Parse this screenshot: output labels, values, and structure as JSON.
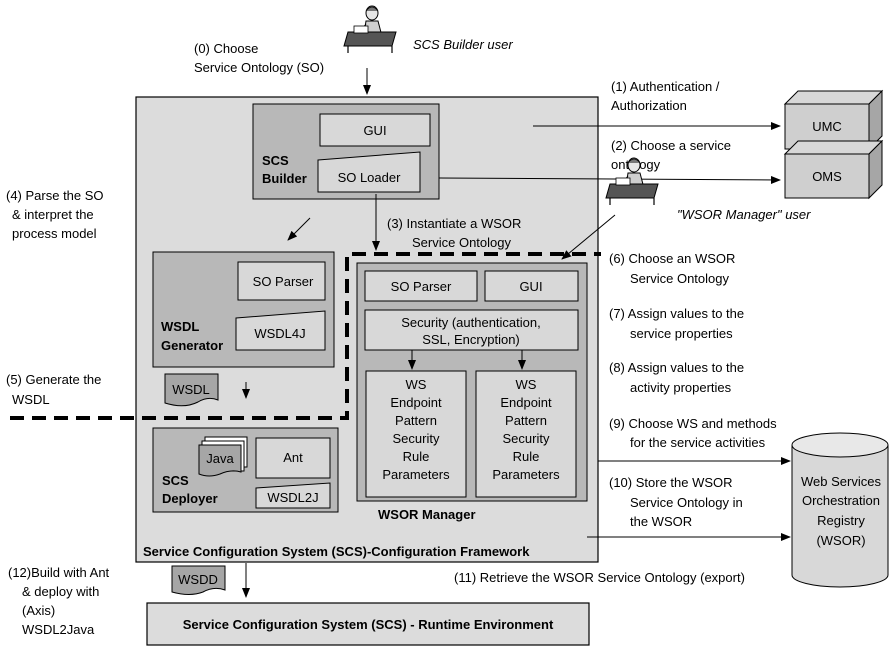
{
  "users": {
    "scs_builder": "SCS Builder user",
    "wsor_manager": "\"WSOR Manager\" user"
  },
  "steps": {
    "s0_l1": "(0) Choose",
    "s0_l2": "Service Ontology (SO)",
    "s1_l1": "(1) Authentication /",
    "s1_l2": "Authorization",
    "s2_l1": "(2) Choose a service",
    "s2_l2": "ontology",
    "s3_l1": "(3) Instantiate a WSOR",
    "s3_l2": "Service Ontology",
    "s4_l1": "(4) Parse the SO",
    "s4_l2": "& interpret the",
    "s4_l3": "process model",
    "s5_l1": "(5) Generate the",
    "s5_l2": "WSDL",
    "s6_l1": "(6) Choose an WSOR",
    "s6_l2": "Service Ontology",
    "s7_l1": "(7) Assign values to the",
    "s7_l2": "service properties",
    "s8_l1": "(8) Assign values to the",
    "s8_l2": "activity properties",
    "s9_l1": "(9) Choose WS and methods",
    "s9_l2": "for the service activities",
    "s10_l1": "(10) Store the WSOR",
    "s10_l2": "Service Ontology in",
    "s10_l3": "the WSOR",
    "s11": "(11) Retrieve the WSOR Service Ontology (export)",
    "s12_l1": "(12)Build with Ant",
    "s12_l2": "& deploy with",
    "s12_l3": "(Axis)",
    "s12_l4": "WSDL2Java"
  },
  "framework": {
    "title": "Service Configuration System (SCS)-Configuration Framework"
  },
  "builder": {
    "title_l1": "SCS",
    "title_l2": "Builder",
    "gui": "GUI",
    "so_loader": "SO Loader"
  },
  "generator": {
    "so_parser": "SO Parser",
    "wsdl4j": "WSDL4J",
    "title_l1": "WSDL",
    "title_l2": "Generator",
    "wsdl_doc": "WSDL"
  },
  "deployer": {
    "java_doc": "Java",
    "ant": "Ant",
    "wsdl2j": "WSDL2J",
    "title_l1": "SCS",
    "title_l2": "Deployer"
  },
  "manager": {
    "so_parser": "SO Parser",
    "gui": "GUI",
    "security_l1": "Security (authentication,",
    "security_l2": "SSL, Encryption)",
    "ws_col": [
      "WS",
      "Endpoint",
      "Pattern",
      "Security",
      "Rule",
      "Parameters"
    ],
    "title": "WSOR Manager"
  },
  "external": {
    "umc": "UMC",
    "oms": "OMS"
  },
  "registry": {
    "l1": "Web Services",
    "l2": "Orchestration",
    "l3": "Registry",
    "l4": "(WSOR)"
  },
  "wsdd_doc": "WSDD",
  "runtime": {
    "title": "Service Configuration System (SCS) - Runtime Environment"
  },
  "colors": {
    "framework_fill": "#dcdcdc",
    "component_fill": "#b8b8b8",
    "inner_fill": "#d8d8d8",
    "doc_fill": "#a6a6a6"
  },
  "icons": [
    "user-at-desk-icon",
    "document-icon",
    "cylinder-database-icon",
    "3d-box-icon"
  ]
}
